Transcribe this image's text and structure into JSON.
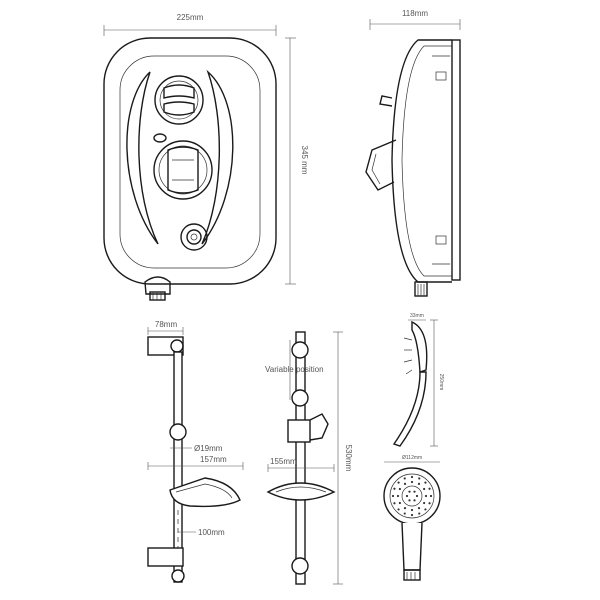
{
  "dimensions": {
    "unit_width": "225mm",
    "unit_depth": "118mm",
    "unit_height": "345 mm",
    "bracket_width": "78mm",
    "rail_diameter": "Ø19mm",
    "soap_dish_width": "157mm",
    "holder_offset": "100mm",
    "slider_width": "155mm",
    "rail_length": "530mm",
    "variable_position": "Variable position",
    "head_depth": "33mm",
    "head_length": "250mm",
    "head_diameter": "Ø112mm"
  }
}
